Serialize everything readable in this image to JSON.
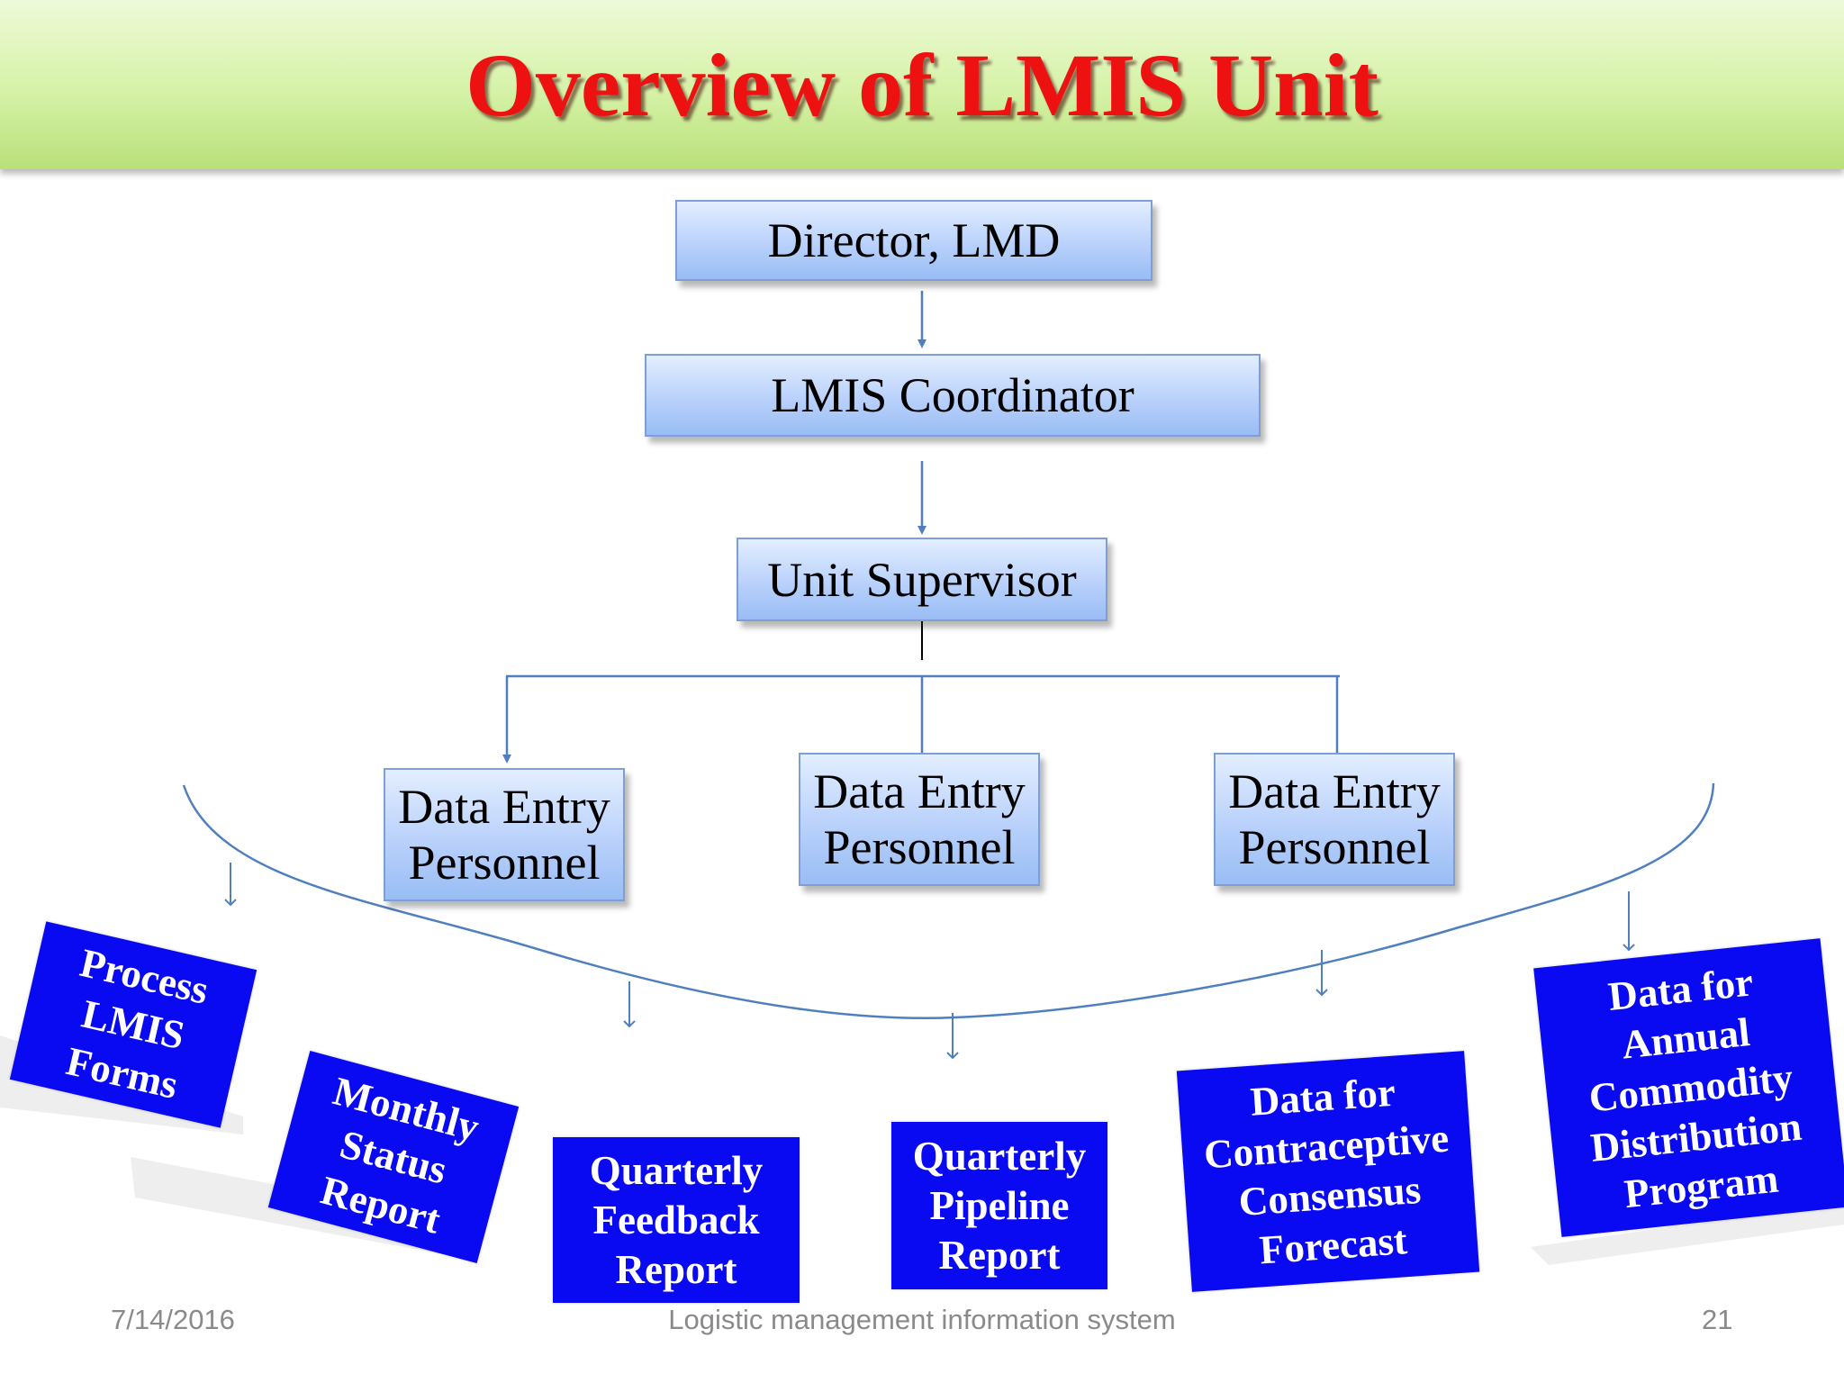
{
  "slide": {
    "title": "Overview of LMIS Unit"
  },
  "org_chart": {
    "director": "Director, LMD",
    "coordinator": "LMIS Coordinator",
    "supervisor": "Unit Supervisor",
    "data_entry": [
      {
        "line1": "Data Entry",
        "line2": "Personnel"
      },
      {
        "line1": "Data Entry",
        "line2": "Personnel"
      },
      {
        "line1": "Data Entry",
        "line2": "Personnel"
      }
    ]
  },
  "outputs": [
    {
      "lines": [
        "Process",
        "LMIS",
        "Forms"
      ]
    },
    {
      "lines": [
        "Monthly",
        "Status",
        "Report"
      ]
    },
    {
      "lines": [
        "Quarterly",
        "Feedback",
        "Report"
      ]
    },
    {
      "lines": [
        "Quarterly",
        "Pipeline",
        "Report"
      ]
    },
    {
      "lines": [
        "Data for",
        "Contraceptive",
        "Consensus",
        "Forecast"
      ]
    },
    {
      "lines": [
        "Data for",
        "Annual",
        "Commodity",
        "Distribution",
        "Program"
      ]
    }
  ],
  "colors": {
    "title": "#ee1111",
    "title_band": "#d5f2a6",
    "box_fill": "#b9d1fb",
    "connector": "#4f7fbf",
    "card_fill": "#0a0af2"
  },
  "footer": {
    "date": "7/14/2016",
    "center": "Logistic management information system",
    "page": "21"
  }
}
